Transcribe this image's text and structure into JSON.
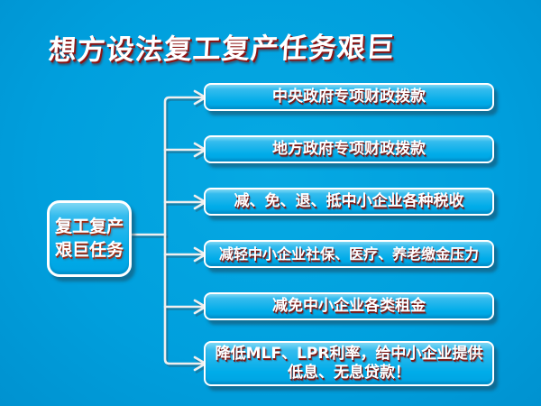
{
  "slide": {
    "title": "想方设法复工复产任务艰巨"
  },
  "diagram": {
    "root": {
      "line1": "复工复产",
      "line2": "艰巨任务"
    },
    "branches": [
      {
        "label": "中央政府专项财政拨款"
      },
      {
        "label": "地方政府专项财政拨款"
      },
      {
        "label": "减、免、退、抵中小企业各种税收"
      },
      {
        "label": "减轻中小企业社保、医疗、养老缴金压力"
      },
      {
        "label": "减免中小企业各类租金"
      },
      {
        "label": "降低MLF、LPR利率，给中小企业提供低息、无息贷款！"
      }
    ]
  },
  "colors": {
    "background": "#009FDD",
    "node_fill_top": "#7FD8F4",
    "node_fill_bottom": "#00A9E6",
    "node_border": "#FFFFFF",
    "node_shadow": "#3A566B",
    "text": "#FFFFFF",
    "text_shadow": "#7D1712",
    "title_text": "#FFFFFF",
    "title_shadow": "#8B1414",
    "connector": "#EFEFEF"
  }
}
